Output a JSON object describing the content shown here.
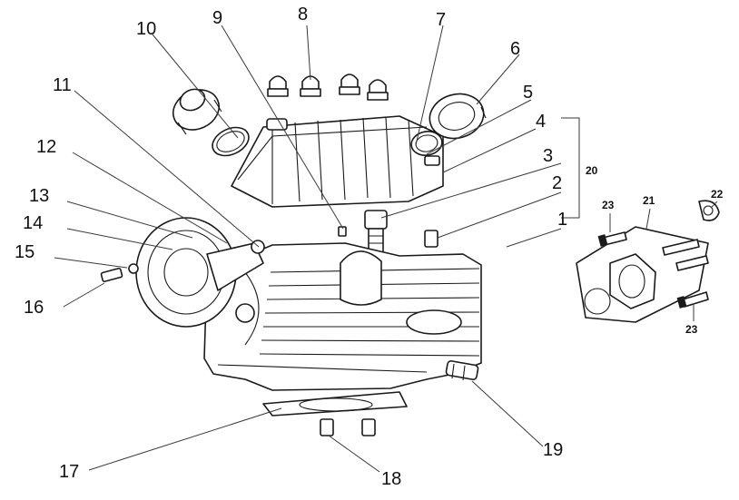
{
  "callouts": [
    {
      "id": "1",
      "label": "1"
    },
    {
      "id": "2",
      "label": "2"
    },
    {
      "id": "3",
      "label": "3"
    },
    {
      "id": "4",
      "label": "4"
    },
    {
      "id": "5",
      "label": "5"
    },
    {
      "id": "6",
      "label": "6"
    },
    {
      "id": "7",
      "label": "7"
    },
    {
      "id": "8",
      "label": "8"
    },
    {
      "id": "9",
      "label": "9"
    },
    {
      "id": "10",
      "label": "10"
    },
    {
      "id": "11",
      "label": "11"
    },
    {
      "id": "12",
      "label": "12"
    },
    {
      "id": "13",
      "label": "13"
    },
    {
      "id": "14",
      "label": "14"
    },
    {
      "id": "15",
      "label": "15"
    },
    {
      "id": "16",
      "label": "16"
    },
    {
      "id": "17",
      "label": "17"
    },
    {
      "id": "18",
      "label": "18"
    },
    {
      "id": "19",
      "label": "19"
    },
    {
      "id": "20",
      "label": "20"
    },
    {
      "id": "21",
      "label": "21"
    },
    {
      "id": "22",
      "label": "22"
    },
    {
      "id": "23a",
      "label": "23"
    },
    {
      "id": "23b",
      "label": "23"
    }
  ]
}
